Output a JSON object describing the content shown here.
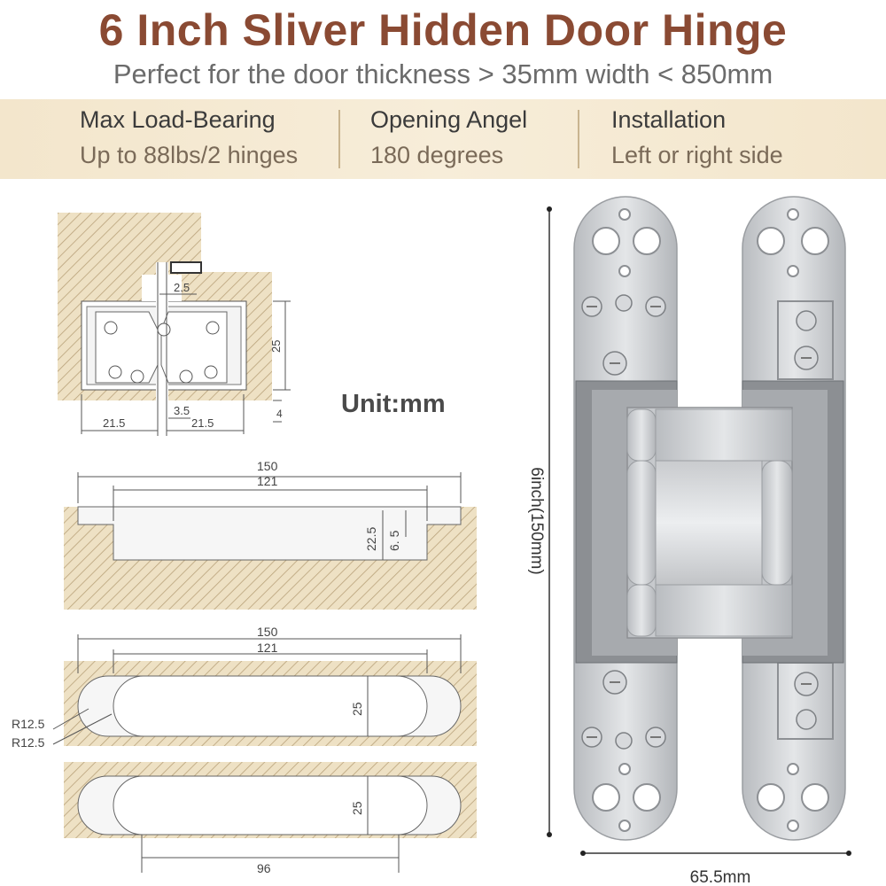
{
  "header": {
    "title": "6 Inch Sliver Hidden Door Hinge",
    "subtitle": "Perfect for the door thickness > 35mm width < 850mm"
  },
  "specs": [
    {
      "label": "Max Load-Bearing",
      "value": "Up to 88lbs/2 hinges"
    },
    {
      "label": "Opening Angel",
      "value": "180 degrees"
    },
    {
      "label": "Installation",
      "value": "Left or right side"
    }
  ],
  "unit_label": "Unit:mm",
  "dimensions": {
    "top_gap": "2.5",
    "side_depth": "25",
    "bottom_offset": "4",
    "left_width": "21.5",
    "center_gap": "3.5",
    "right_width": "21.5",
    "profile_outer": "150",
    "profile_inner": "121",
    "profile_depth": "22.5",
    "profile_step": "6. 5",
    "plan_outer": "150",
    "plan_inner": "121",
    "plan_height": "25",
    "radius_outer": "R12.5",
    "radius_inner": "R12.5",
    "plan2_height": "25",
    "hole_spacing": "96",
    "hinge_height": "6inch(150mm)",
    "hinge_width": "65.5mm"
  },
  "colors": {
    "title": "#8a4a33",
    "hatch": "#e8d9b8",
    "line": "#555555"
  }
}
